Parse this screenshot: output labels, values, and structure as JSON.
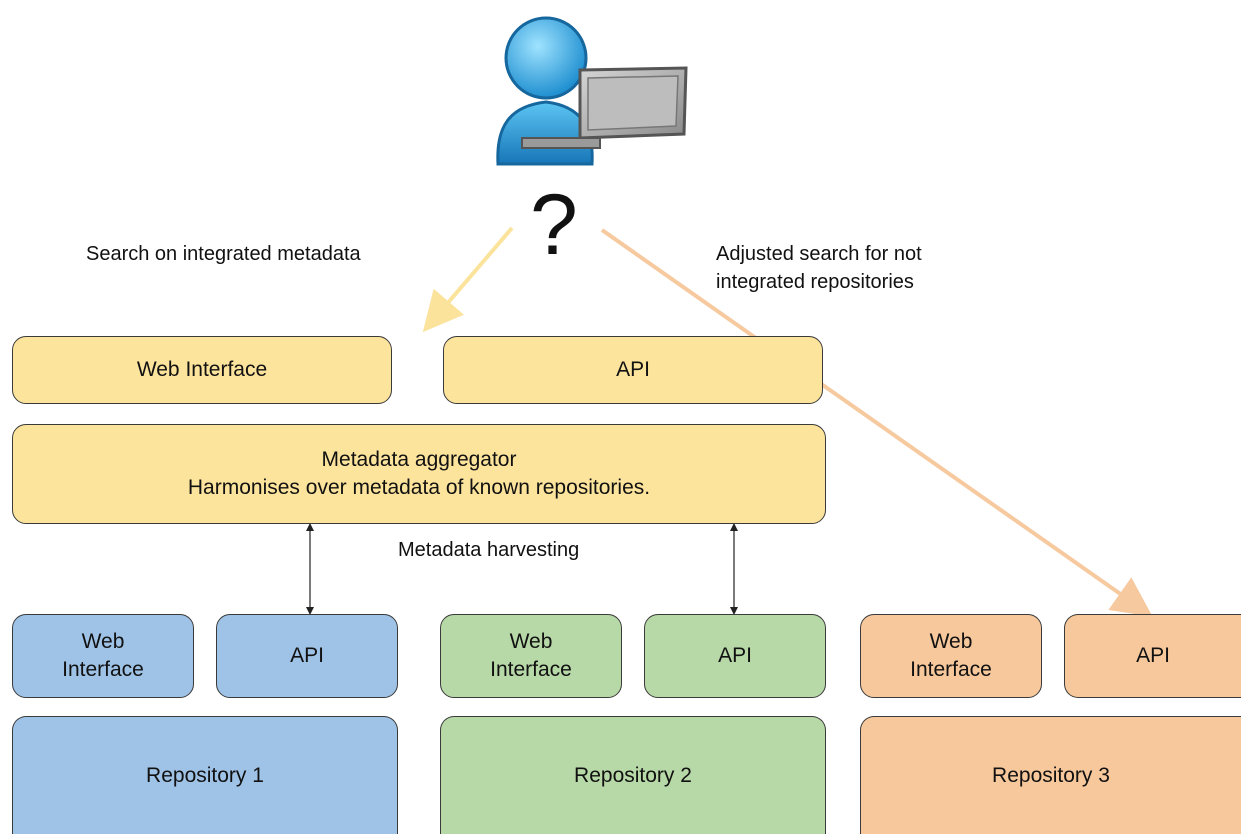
{
  "user": {
    "icon": "user-with-laptop-icon",
    "question_mark": "?"
  },
  "labels": {
    "search_integrated": "Search on integrated metadata",
    "adjusted_search": "Adjusted search for not\nintegrated repositories",
    "harvesting": "Metadata harvesting"
  },
  "aggregator_layer": {
    "web_interface": "Web Interface",
    "api": "API",
    "aggregator": "Metadata aggregator\nHarmonises over metadata of known repositories."
  },
  "repositories": [
    {
      "web_interface": "Web\nInterface",
      "api": "API",
      "name": "Repository 1",
      "color": "#9fc3e7"
    },
    {
      "web_interface": "Web\nInterface",
      "api": "API",
      "name": "Repository 2",
      "color": "#b7d8a7"
    },
    {
      "web_interface": "Web\nInterface",
      "api": "API",
      "name": "Repository 3",
      "color": "#f7c89c"
    }
  ],
  "colors": {
    "yellow_box": "#fde49d",
    "yellow_arrow": "#fbe39c",
    "orange_arrow": "#f6c99f",
    "border": "#3a3a3a"
  }
}
